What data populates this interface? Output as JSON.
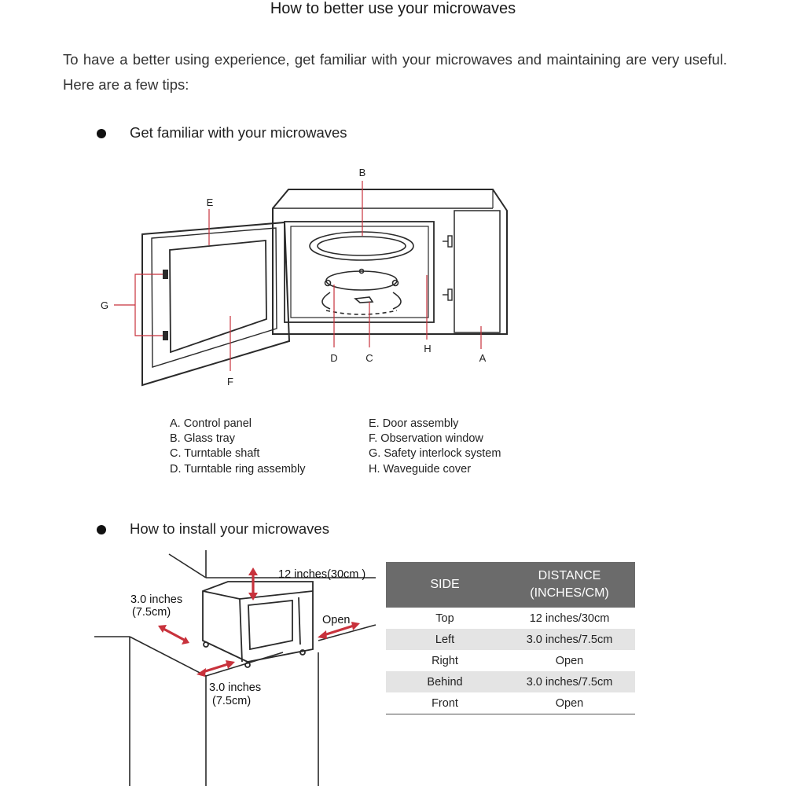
{
  "title": "How to better use your microwaves",
  "intro": "To have a better using experience, get familiar with your microwaves and maintaining are very useful. Here are a few tips:",
  "sections": [
    {
      "heading": "Get familiar with your microwaves"
    },
    {
      "heading": "How to install your microwaves"
    }
  ],
  "diagram_labels": {
    "A": "A",
    "B": "B",
    "C": "C",
    "D": "D",
    "E": "E",
    "F": "F",
    "G": "G",
    "H": "H"
  },
  "legend_left": [
    "A.  Control panel",
    "B.  Glass tray",
    "C.  Turntable shaft",
    "D.  Turntable ring assembly"
  ],
  "legend_right": [
    "E.  Door assembly",
    "F.  Observation window",
    "G.  Safety interlock system",
    "H.  Waveguide cover"
  ],
  "install_labels": {
    "top": "12 inches(30cm )",
    "left_1": "3.0 inches",
    "left_2": "(7.5cm)",
    "right": "Open",
    "front_1": "3.0 inches",
    "front_2": "(7.5cm)"
  },
  "table": {
    "header_side": "SIDE",
    "header_distance_1": "DISTANCE",
    "header_distance_2": "(INCHES/CM)",
    "rows": [
      {
        "side": "Top",
        "distance": "12 inches/30cm"
      },
      {
        "side": "Left",
        "distance": "3.0 inches/7.5cm"
      },
      {
        "side": "Right",
        "distance": "Open"
      },
      {
        "side": "Behind",
        "distance": "3.0 inches/7.5cm"
      },
      {
        "side": "Front",
        "distance": "Open"
      }
    ]
  },
  "colors": {
    "accent_red": "#c8323c",
    "table_header": "#6b6b6b",
    "table_shade": "#e4e4e4"
  }
}
